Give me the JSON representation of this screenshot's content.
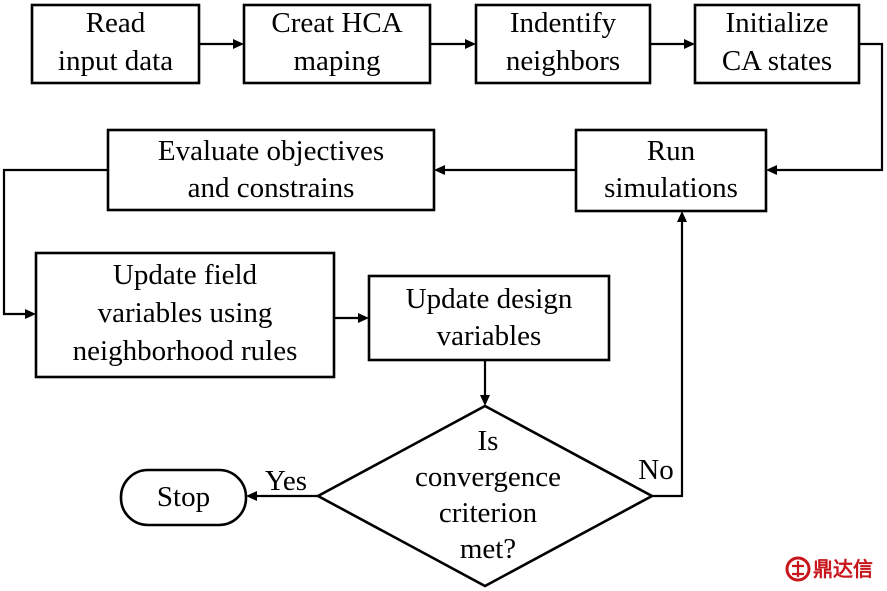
{
  "nodes": {
    "read_input": [
      "Read",
      "input data"
    ],
    "create_mapping": [
      "Creat HCA",
      "maping"
    ],
    "identify_neighbors": [
      "Indentify",
      "neighbors"
    ],
    "initialize_states": [
      "Initialize",
      "CA states"
    ],
    "run_simulations": [
      "Run",
      "simulations"
    ],
    "evaluate": [
      "Evaluate objectives",
      "and constrains"
    ],
    "update_field": [
      "Update field",
      "variables using",
      "neighborhood rules"
    ],
    "update_design": [
      "Update design",
      "variables"
    ],
    "convergence": [
      "Is",
      "convergence",
      "criterion",
      "met?"
    ],
    "stop": [
      "Stop"
    ]
  },
  "edges": {
    "yes_label": "Yes",
    "no_label": "No"
  },
  "watermark": {
    "text": "鼎达信",
    "color": "#c8161d"
  }
}
